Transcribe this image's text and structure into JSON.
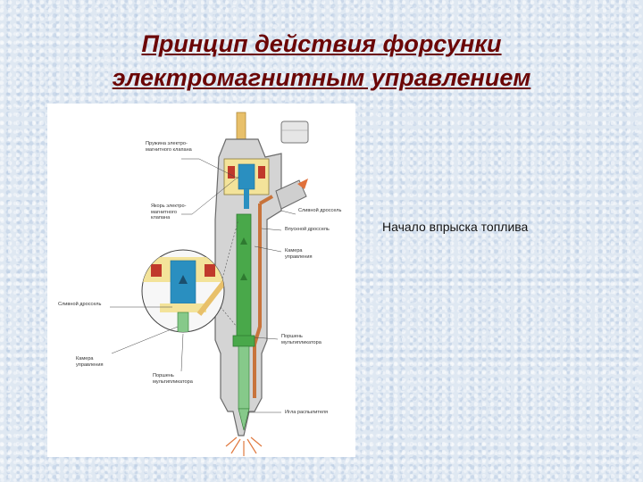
{
  "title": {
    "line1": "Принцип действия форсунки",
    "line2": "электромагнитным управлением"
  },
  "figure": {
    "labels": {
      "valve_spring": "Пружина электро-\nмагнитного клапана",
      "solenoid_armature": "Якорь электро-\nмагнитного\nклапана",
      "drain_throttle_left": "Сливной дроссель",
      "control_chamber_left": "Камера\nуправления",
      "multiplier_piston_left": "Поршень\nмультипликатора",
      "drain_throttle_right": "Сливной дроссель",
      "inlet_throttle": "Впускной дроссель",
      "control_chamber_right": "Камера\nуправления",
      "multiplier_piston_right": "Поршень\nмультипликатора",
      "spray_needle": "Игла распылителя"
    }
  },
  "caption": "Начало впрыска топлива",
  "colors": {
    "title": "#6b0606",
    "fuel_return": "#e8c06a",
    "coil": "#c0392b",
    "armature": "#2a8fc0",
    "high_pressure": "#c8743c",
    "needle": "#49a84a",
    "body": "#cfcfcf"
  }
}
